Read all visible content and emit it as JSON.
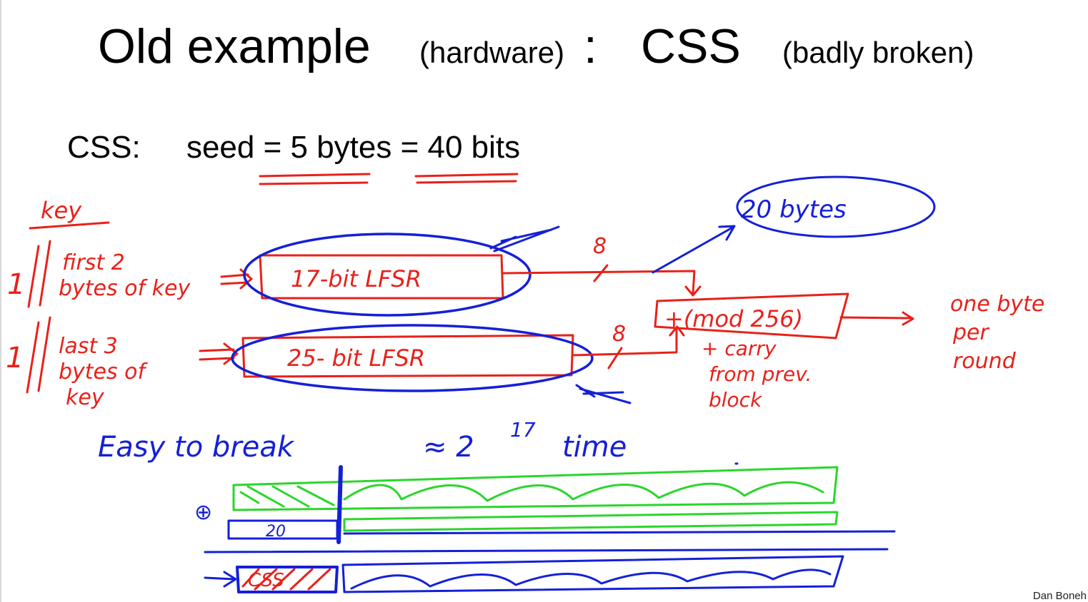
{
  "title": {
    "main": "Old example",
    "paren": "(hardware)",
    "colon": ":",
    "css": "CSS",
    "note": "(badly broken)"
  },
  "subtitle": {
    "label": "CSS:",
    "seed": "seed = 5 bytes = 40 bits"
  },
  "annotations": {
    "key": "key",
    "first_key": "first 2\nbytes of key",
    "last_key": "last 3\nbytes of\nkey",
    "lfsr17": "17-bit LFSR",
    "lfsr25": "25- bit LFSR",
    "width1": "8",
    "width2": "8",
    "output": "20 bytes",
    "adder": "+(mod 256)",
    "carry": "+ carry\nfrom prev.\nblock",
    "per_round": "one byte\nper\nround",
    "easy": "Easy to break",
    "approx": "≈ 2",
    "exp": "17",
    "time": "time",
    "xor": "⊕",
    "prefix": "20",
    "css_box": "CSS",
    "one1": "1",
    "one2": "1"
  },
  "colors": {
    "red": "#e8211a",
    "blue": "#1420d8",
    "green": "#2bd62b"
  },
  "author": "Dan Boneh"
}
